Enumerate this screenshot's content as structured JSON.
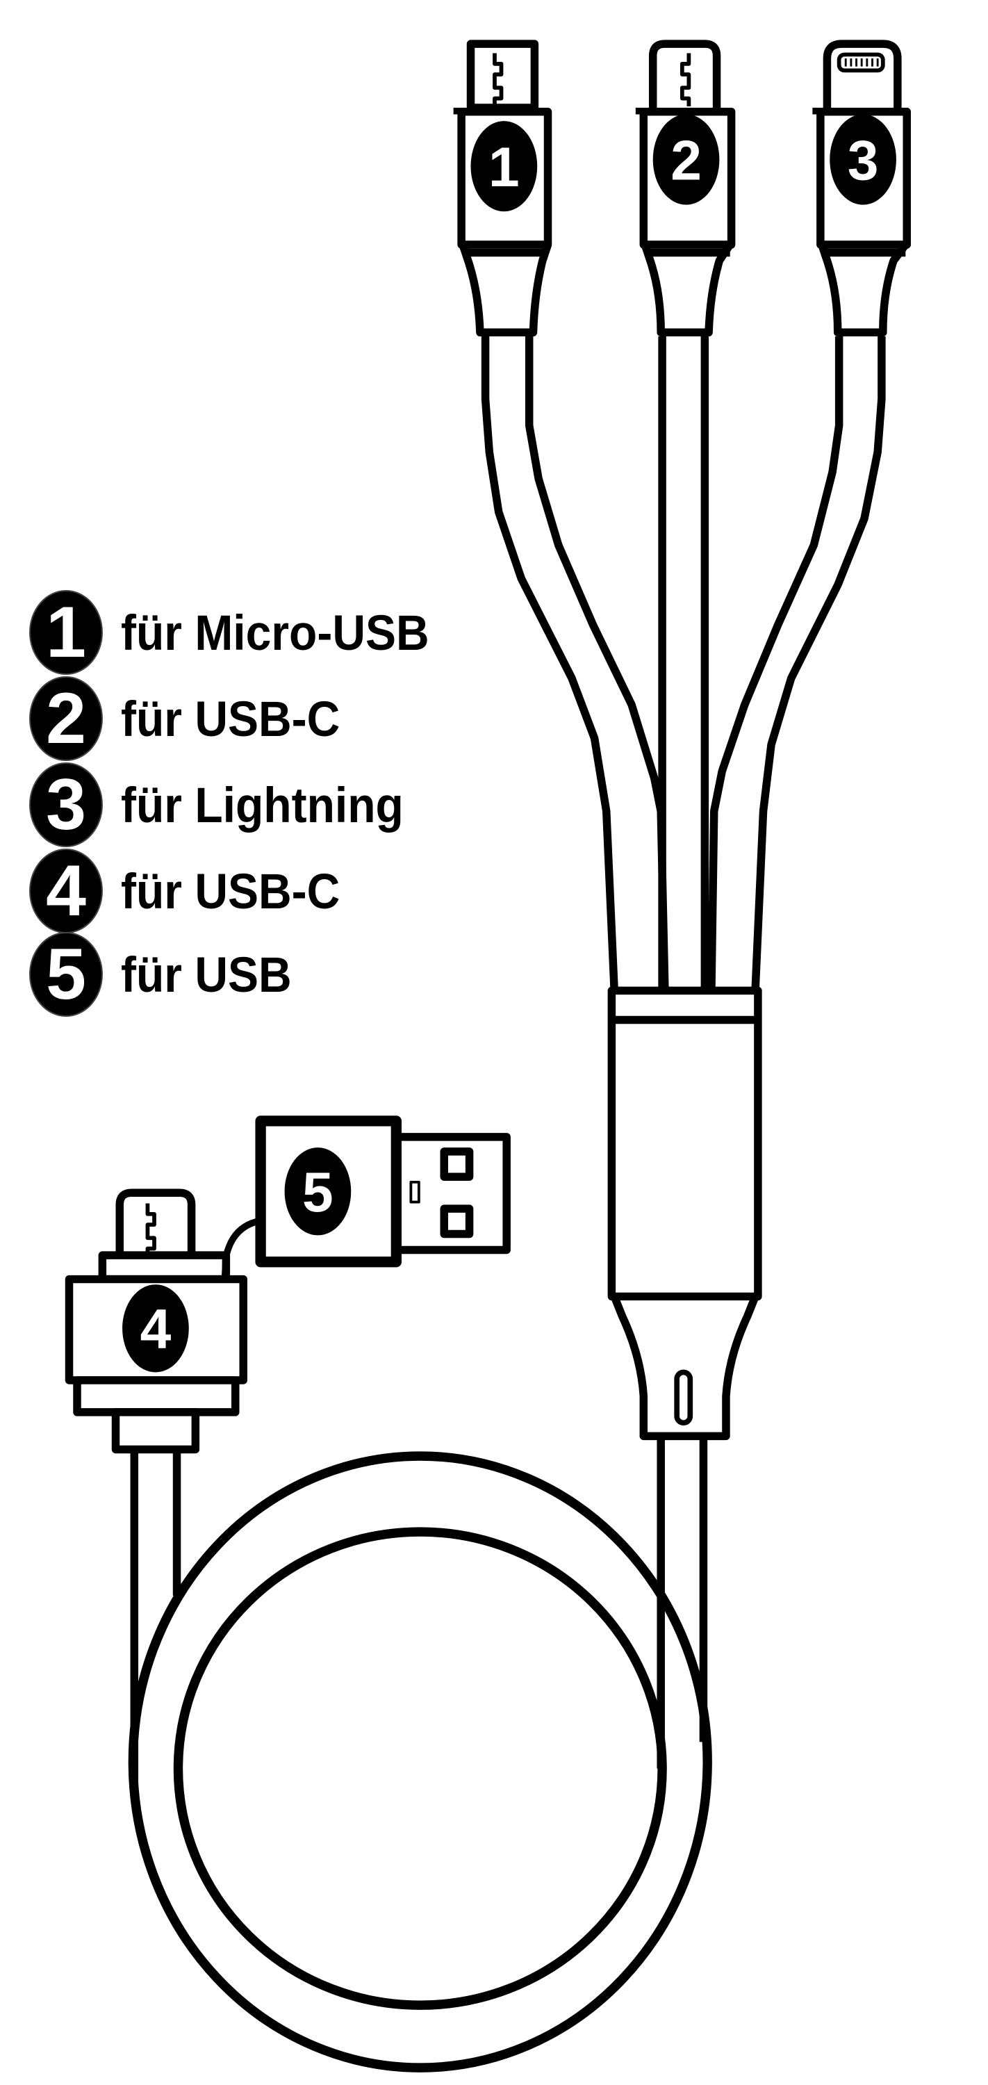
{
  "legend": {
    "items": [
      {
        "number": "1",
        "label": "für Micro-USB"
      },
      {
        "number": "2",
        "label": "für USB-C"
      },
      {
        "number": "3",
        "label": "für Lightning"
      },
      {
        "number": "4",
        "label": "für USB-C"
      },
      {
        "number": "5",
        "label": "für USB"
      }
    ]
  },
  "connectors": {
    "c1": {
      "number": "1",
      "type": "micro-usb-plug"
    },
    "c2": {
      "number": "2",
      "type": "usb-c-plug"
    },
    "c3": {
      "number": "3",
      "type": "lightning-plug"
    },
    "c4": {
      "number": "4",
      "type": "usb-c-plug"
    },
    "c5": {
      "number": "5",
      "type": "usb-a-plug"
    }
  },
  "colors": {
    "stroke": "#000000",
    "background": "#ffffff",
    "badge": "#000000",
    "badge_text": "#ffffff"
  }
}
